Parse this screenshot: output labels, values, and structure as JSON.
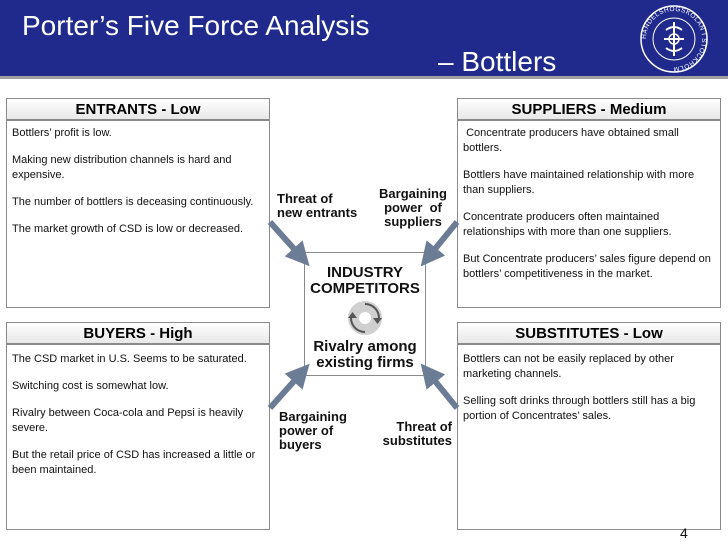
{
  "header": {
    "title_line1": "Porter’s Five Force Analysis",
    "title_line2": "– Bottlers",
    "logo_text": "HANDELSHÖGSKOLAN I STOCKHOLM"
  },
  "colors": {
    "banner": "#1f2a8c",
    "arrow": "#6c7c94"
  },
  "entrants": {
    "heading": "ENTRANTS - Low",
    "points": [
      "Bottlers’ profit is low.",
      "Making new distribution channels is hard and expensive.",
      "The number of bottlers is deceasing continuously.",
      "The market growth of CSD is low or decreased."
    ]
  },
  "suppliers": {
    "heading": "SUPPLIERS - Medium",
    "points": [
      " Concentrate producers have obtained small bottlers.",
      "Bottlers have maintained relationship with more than suppliers.",
      "Concentrate producers often maintained relationships with more than one suppliers.",
      "But Concentrate producers’ sales figure depend on bottlers’ competitiveness in the market."
    ]
  },
  "buyers": {
    "heading": "BUYERS - High",
    "points": [
      "The CSD market in U.S. Seems to be saturated.",
      "Switching cost is somewhat low.",
      "Rivalry between Coca-cola and Pepsi is heavily severe.",
      "But the retail price of CSD has increased a little or been maintained."
    ]
  },
  "substitutes": {
    "heading": "SUBSTITUTES - Low",
    "points": [
      "Bottlers can not be easily replaced by other marketing channels.",
      "Selling soft drinks through bottlers still has a big portion of Concentrates’ sales."
    ]
  },
  "forces": {
    "threat_new_entrants": [
      "Threat of",
      "new entrants"
    ],
    "supplier_power": [
      "Bargaining",
      "power  of",
      "suppliers"
    ],
    "buyer_power": [
      "Bargaining",
      "power of",
      "buyers"
    ],
    "threat_substitutes": [
      "Threat of",
      "substitutes"
    ]
  },
  "center": {
    "title": [
      "INDUSTRY",
      "COMPETITORS"
    ],
    "rivalry": [
      "Rivalry among",
      "existing firms"
    ]
  },
  "page_number": "4"
}
